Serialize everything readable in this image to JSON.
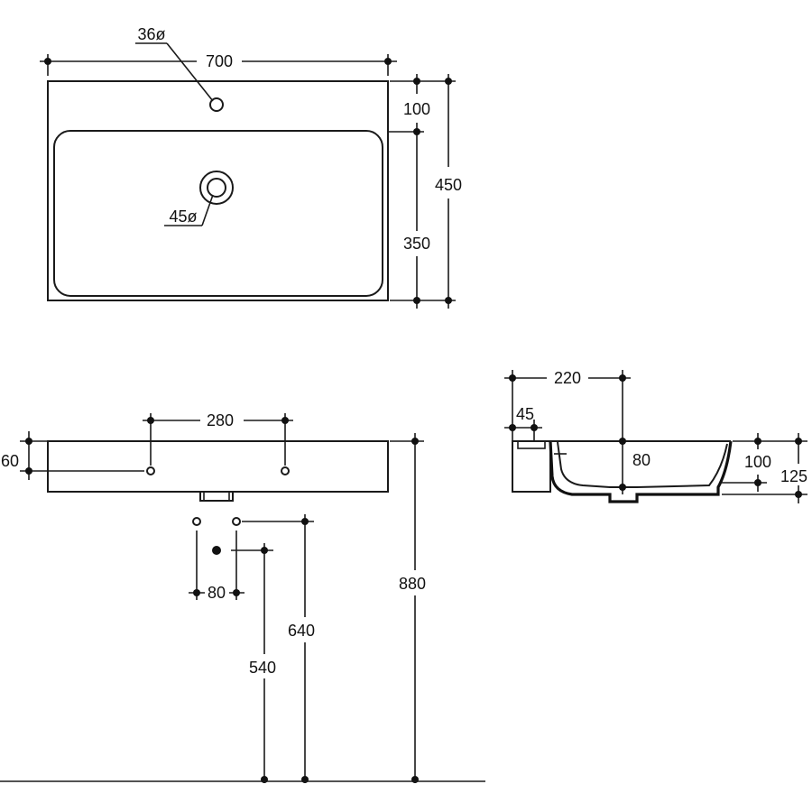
{
  "plan_view": {
    "overall_width": "700",
    "overall_depth": "450",
    "back_ledge": "100",
    "bowl_depth": "350",
    "tap_hole": "36ø",
    "waste_hole": "45ø"
  },
  "front_view": {
    "fixing_spacing": "280",
    "fixing_height": "60",
    "connection_spacing": "80",
    "supply_height": "640",
    "waste_height": "540",
    "rim_height": "880"
  },
  "side_view": {
    "projection": "220",
    "ledge_width": "45",
    "inner_depth": "80",
    "outer_depth": "100",
    "total_height": "125"
  }
}
